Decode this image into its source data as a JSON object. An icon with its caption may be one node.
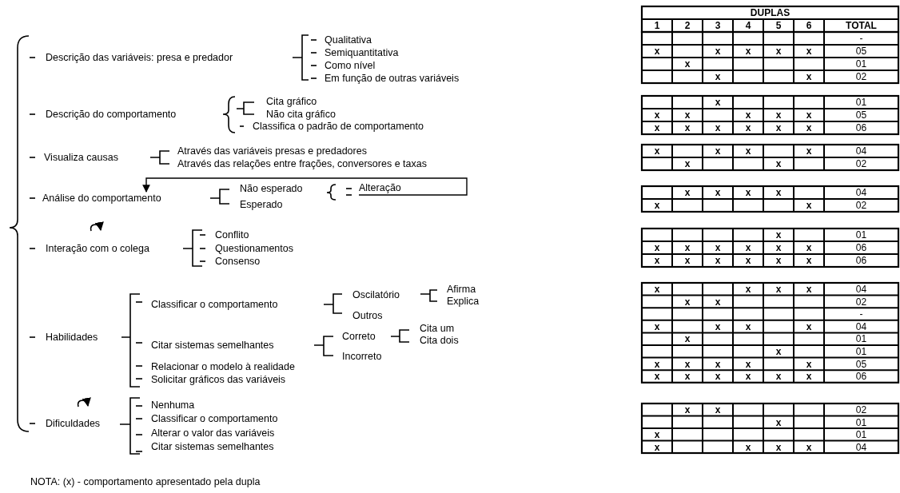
{
  "diagram": {
    "nodes": [
      {
        "text": [
          "Análise do comportamento"
        ]
      },
      {
        "text": [
          "Alteração"
        ]
      }
    ],
    "edges": [
      {
        "from": 1,
        "to": 0,
        "arrow": "to"
      }
    ],
    "labels": [
      "Descrição das variáveis: presa e predador",
      "Qualitativa",
      "Semiquantitativa",
      "Como nível",
      "Em função de outras variáveis",
      "Descrição do comportamento",
      "Cita gráfico",
      "Não cita gráfico",
      "Classifica o padrão de comportamento",
      "Visualiza causas",
      "Através das variáveis presas e predadores",
      "Através das relações entre frações, conversores e taxas",
      "Não esperado",
      "Esperado",
      "Interação com o colega",
      "Conflito",
      "Questionamentos",
      "Consenso",
      "Habilidades",
      "Classificar o comportamento",
      "Oscilatório",
      "Afirma",
      "Explica",
      "Outros",
      "Citar sistemas semelhantes",
      "Correto",
      "Cita um",
      "Cita dois",
      "Incorreto",
      "Relacionar o modelo à realidade",
      "Solicitar gráficos das variáveis",
      "Dificuldades",
      "Nenhuma",
      "Classificar o comportamento",
      "Alterar o valor das variáveis",
      "Citar sistemas semelhantes",
      "DUPLAS",
      "1",
      "2",
      "3",
      "4",
      "5",
      "6",
      "TOTAL",
      "-",
      "x",
      "x",
      "x",
      "x",
      "x",
      "05",
      "x",
      "01",
      "x",
      "x",
      "02",
      "x",
      "01",
      "x",
      "x",
      "x",
      "x",
      "x",
      "05",
      "x",
      "x",
      "x",
      "x",
      "x",
      "x",
      "06",
      "x",
      "x",
      "x",
      "x",
      "04",
      "x",
      "x",
      "02",
      "x",
      "x",
      "x",
      "x",
      "04",
      "x",
      "x",
      "02",
      "x",
      "01",
      "x",
      "x",
      "x",
      "x",
      "x",
      "x",
      "06",
      "x",
      "x",
      "x",
      "x",
      "x",
      "x",
      "06",
      "x",
      "x",
      "x",
      "x",
      "04",
      "x",
      "x",
      "02",
      "-",
      "x",
      "x",
      "x",
      "x",
      "04",
      "x",
      "01",
      "x",
      "01",
      "x",
      "x",
      "x",
      "x",
      "x",
      "05",
      "x",
      "x",
      "x",
      "x",
      "x",
      "x",
      "06",
      "x",
      "x",
      "02",
      "x",
      "01",
      "x",
      "01",
      "x",
      "x",
      "x",
      "x",
      "04",
      "NOTA: (x) - comportamento apresentado pela dupla"
    ]
  }
}
